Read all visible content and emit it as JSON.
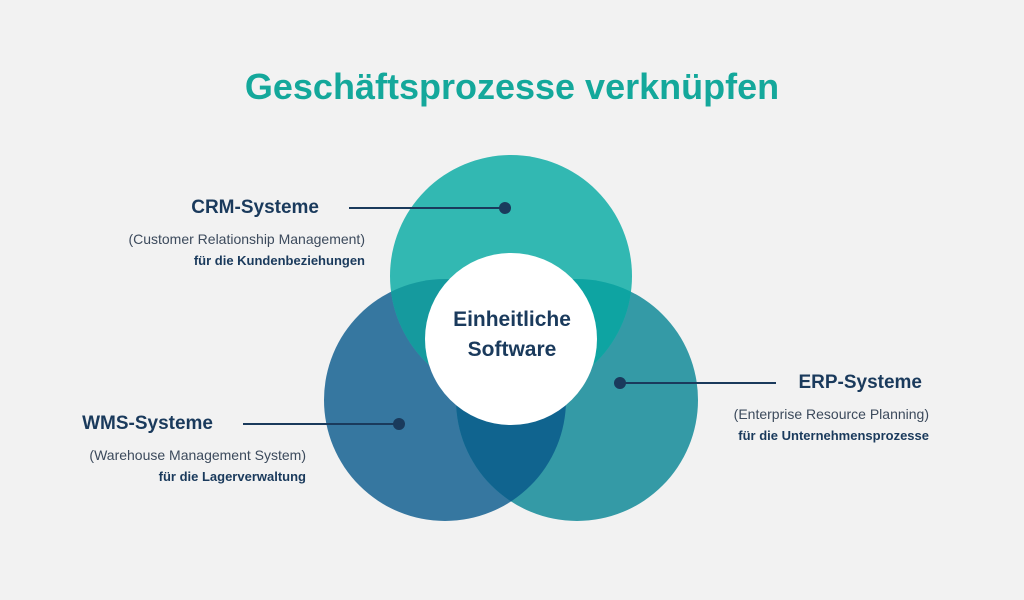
{
  "title": "Geschäftsprozesse verknüpfen",
  "center": {
    "line1": "Einheitliche",
    "line2": "Software"
  },
  "systems": {
    "crm": {
      "name": "CRM-Systeme",
      "full": "(Customer Relationship Management)",
      "purpose": "für die Kundenbeziehungen",
      "color": "#33b8b3"
    },
    "wms": {
      "name": "WMS-Systeme",
      "full": "(Warehouse Management System)",
      "purpose": "für die Lagerverwaltung",
      "color": "#3a7ca5"
    },
    "erp": {
      "name": "ERP-Systeme",
      "full": "(Enterprise Resource Planning)",
      "purpose": "für die Unternehmensprozesse",
      "color": "#35a0a8"
    }
  },
  "colors": {
    "title": "#14a89b",
    "text_dark": "#1a3a5c",
    "background": "#f2f2f2",
    "connector": "#1a3a5c"
  }
}
